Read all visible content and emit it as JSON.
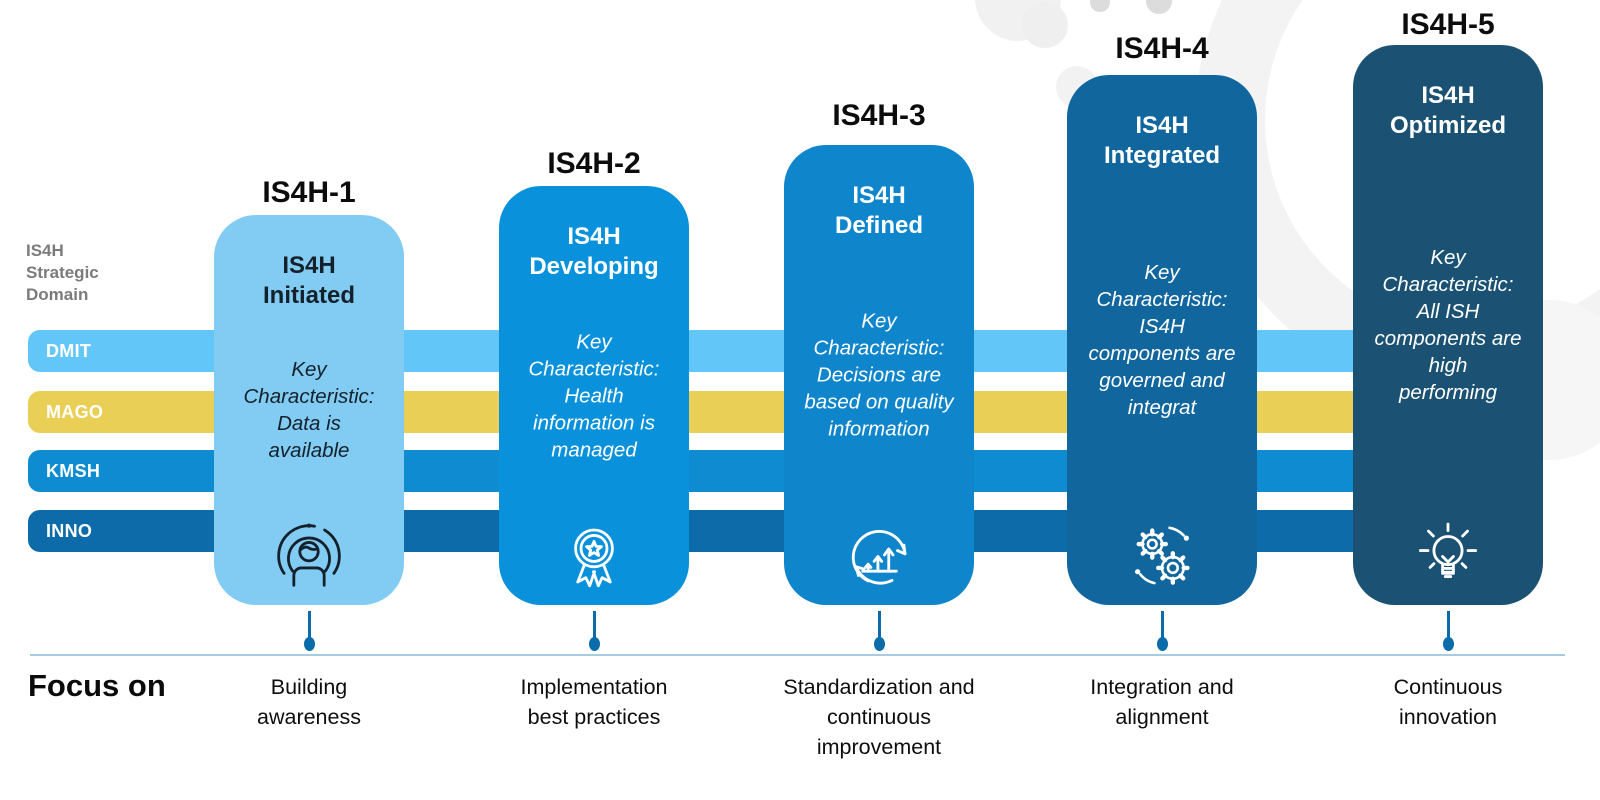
{
  "sidebar": {
    "label": "IS4H\nStrategic\nDomain"
  },
  "bands": [
    {
      "label": "DMIT",
      "color": "#62C6F9"
    },
    {
      "label": "MAGO",
      "color": "#E9CF55"
    },
    {
      "label": "KMSH",
      "color": "#0E8BD1"
    },
    {
      "label": "INNO",
      "color": "#0C6BA8"
    }
  ],
  "pillars": [
    {
      "heading": "IS4H-1",
      "title": "IS4H\nInitiated",
      "characteristic": "Key\nCharacteristic:\nData is\navailable",
      "focus": "Building\nawareness",
      "color": "#82CCF4",
      "text_color": "#14212B",
      "icon": "person-awareness-icon"
    },
    {
      "heading": "IS4H-2",
      "title": "IS4H\nDeveloping",
      "characteristic": "Key\nCharacteristic:\nHealth\ninformation is\nmanaged",
      "focus": "Implementation\nbest practices",
      "color": "#0991DB",
      "text_color": "#FFFFFF",
      "icon": "medal-icon"
    },
    {
      "heading": "IS4H-3",
      "title": "IS4H\nDefined",
      "characteristic": "Key\nCharacteristic:\nDecisions are\nbased on quality\ninformation",
      "focus": "Standardization and\ncontinuous\nimprovement",
      "color": "#0F86CC",
      "text_color": "#FFFFFF",
      "icon": "growth-cycle-icon"
    },
    {
      "heading": "IS4H-4",
      "title": "IS4H\nIntegrated",
      "characteristic": "Key\nCharacteristic:\nIS4H\ncomponents are\ngoverned and\nintegrat",
      "focus": "Integration and\nalignment",
      "color": "#11669E",
      "text_color": "#FFFFFF",
      "icon": "gears-icon"
    },
    {
      "heading": "IS4H-5",
      "title": "IS4H\nOptimized",
      "characteristic": "Key\nCharacteristic:\nAll ISH\ncomponents are\nhigh\nperforming",
      "focus": "Continuous\ninnovation",
      "color": "#1B5274",
      "text_color": "#FFFFFF",
      "icon": "lightbulb-icon"
    }
  ],
  "footer": {
    "focus_label": "Focus on",
    "rule_color": "#A6CBE3",
    "connector_color": "#0A6CA8"
  }
}
